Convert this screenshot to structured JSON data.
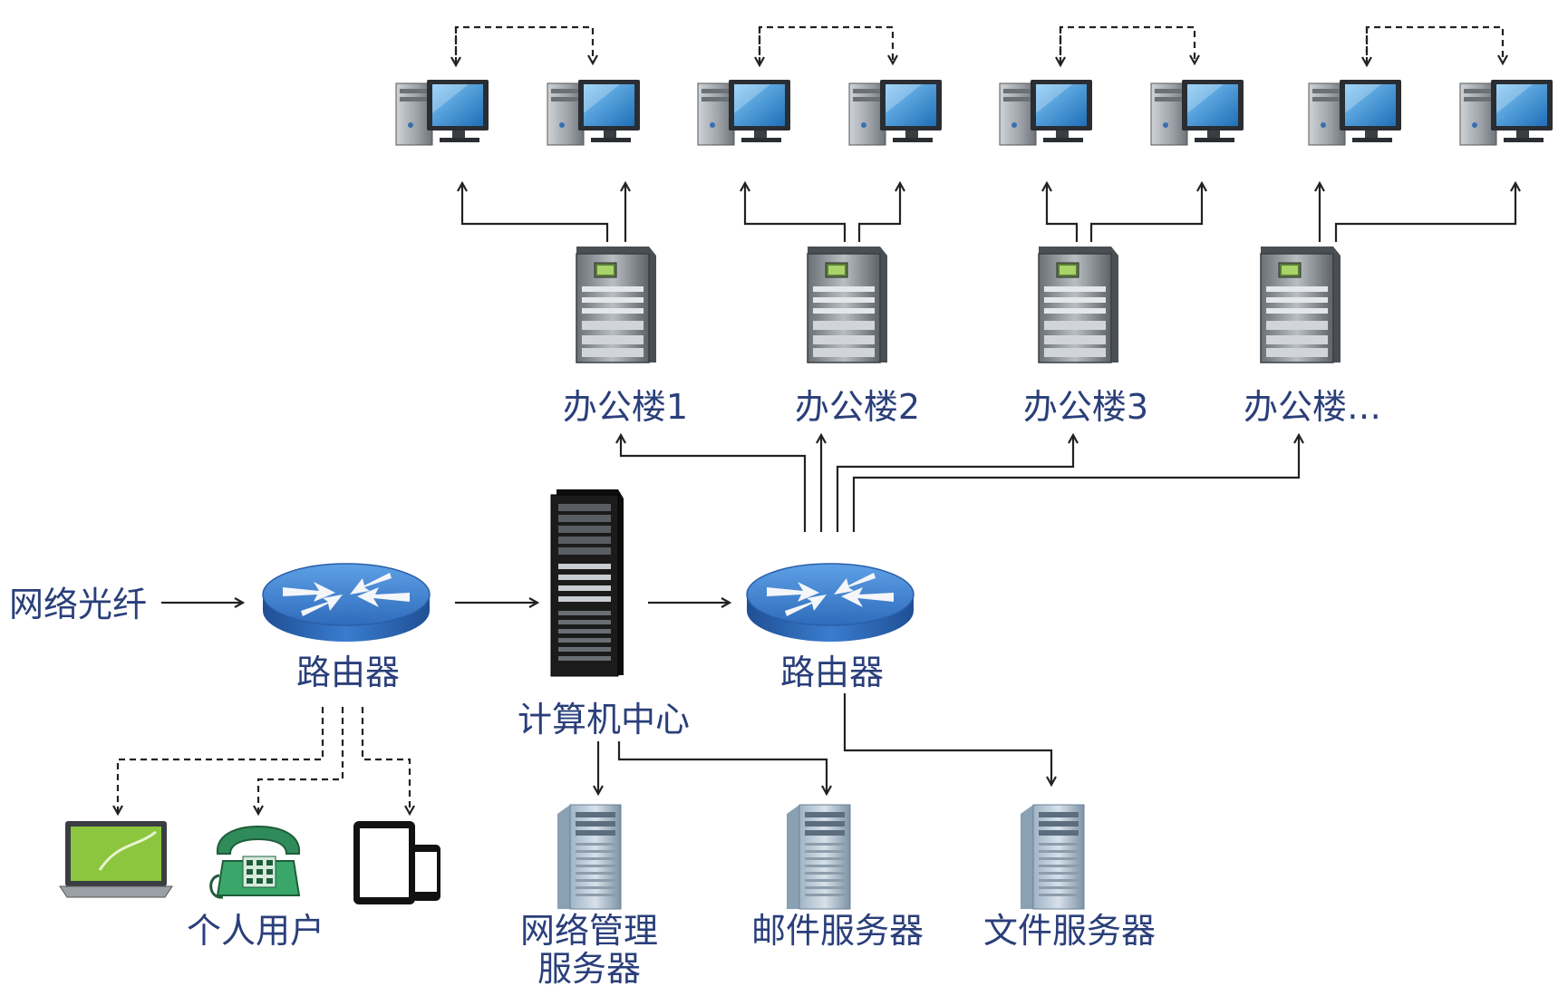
{
  "labels": {
    "fiber": "网络光纤",
    "router_left": "路由器",
    "router_right": "路由器",
    "computer_center": "计算机中心",
    "personal_users": "个人用户",
    "network_mgmt_line1": "网络管理",
    "network_mgmt_line2": "服务器",
    "mail_server": "邮件服务器",
    "file_server": "文件服务器",
    "buildings": [
      "办公楼1",
      "办公楼2",
      "办公楼3",
      "办公楼…"
    ]
  },
  "colors": {
    "label_text": "#2a3f7a",
    "router_blue": "#3a78c9",
    "line": "#222222",
    "monitor_screen": "#2f8fd8",
    "server_gray": "#8c9196",
    "rack_black": "#1b1b1b",
    "laptop_screen": "#7cc23a",
    "phone_green": "#3aa66a"
  },
  "icons": {
    "router": "router-icon",
    "rack": "server-rack-icon",
    "tower": "tower-server-icon",
    "desktop": "desktop-computer-icon",
    "server": "file-server-icon",
    "laptop": "laptop-icon",
    "phone": "telephone-icon",
    "tablet": "tablet-phone-icon"
  }
}
